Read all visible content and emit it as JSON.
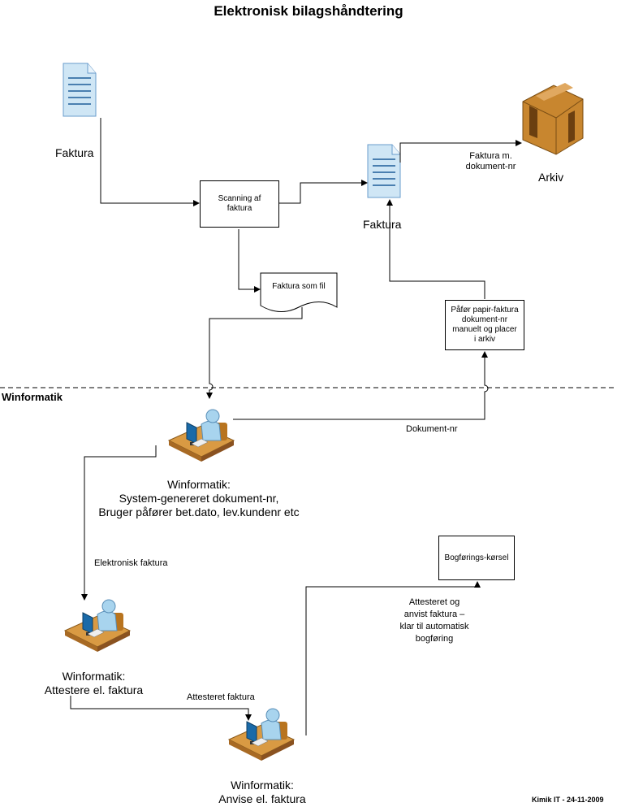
{
  "title": "Elektronisk bilagshåndtering",
  "labels": {
    "faktura_top": "Faktura",
    "faktura_mid": "Faktura",
    "arkiv": "Arkiv",
    "faktura_m_doc": [
      "Faktura m.",
      "dokument-nr"
    ],
    "scanning": [
      "Scanning af",
      "faktura"
    ],
    "faktura_som_fil": "Faktura som fil",
    "paafoer": [
      "Påfør papir-faktura",
      "dokument-nr",
      "manuelt og placer",
      "i arkiv"
    ],
    "winformatik_section": "Winformatik",
    "dokument_nr": "Dokument-nr",
    "user1": [
      "Winformatik:",
      "System-genereret dokument-nr,",
      "Bruger påfører bet.dato, lev.kundenr etc"
    ],
    "elektronisk_faktura": "Elektronisk faktura",
    "user2": [
      "Winformatik:",
      "Attestere el. faktura"
    ],
    "attesteret_faktura": "Attesteret faktura",
    "user3": [
      "Winformatik:",
      "Anvise el. faktura"
    ],
    "bogfoerings": "Bogførings-kørsel",
    "attesteret_anvist": [
      "Attesteret og",
      "anvist faktura –",
      "klar til automatisk",
      "bogføring"
    ],
    "footer": "Kimik IT - 24-11-2009"
  },
  "colors": {
    "doc_fill": "#cfe6f5",
    "doc_lines": "#4a7fb0",
    "box_wood": "#c8862f",
    "person_fill": "#a8d4ee",
    "desk": "#c8862f",
    "monitor": "#1a6aa8"
  }
}
